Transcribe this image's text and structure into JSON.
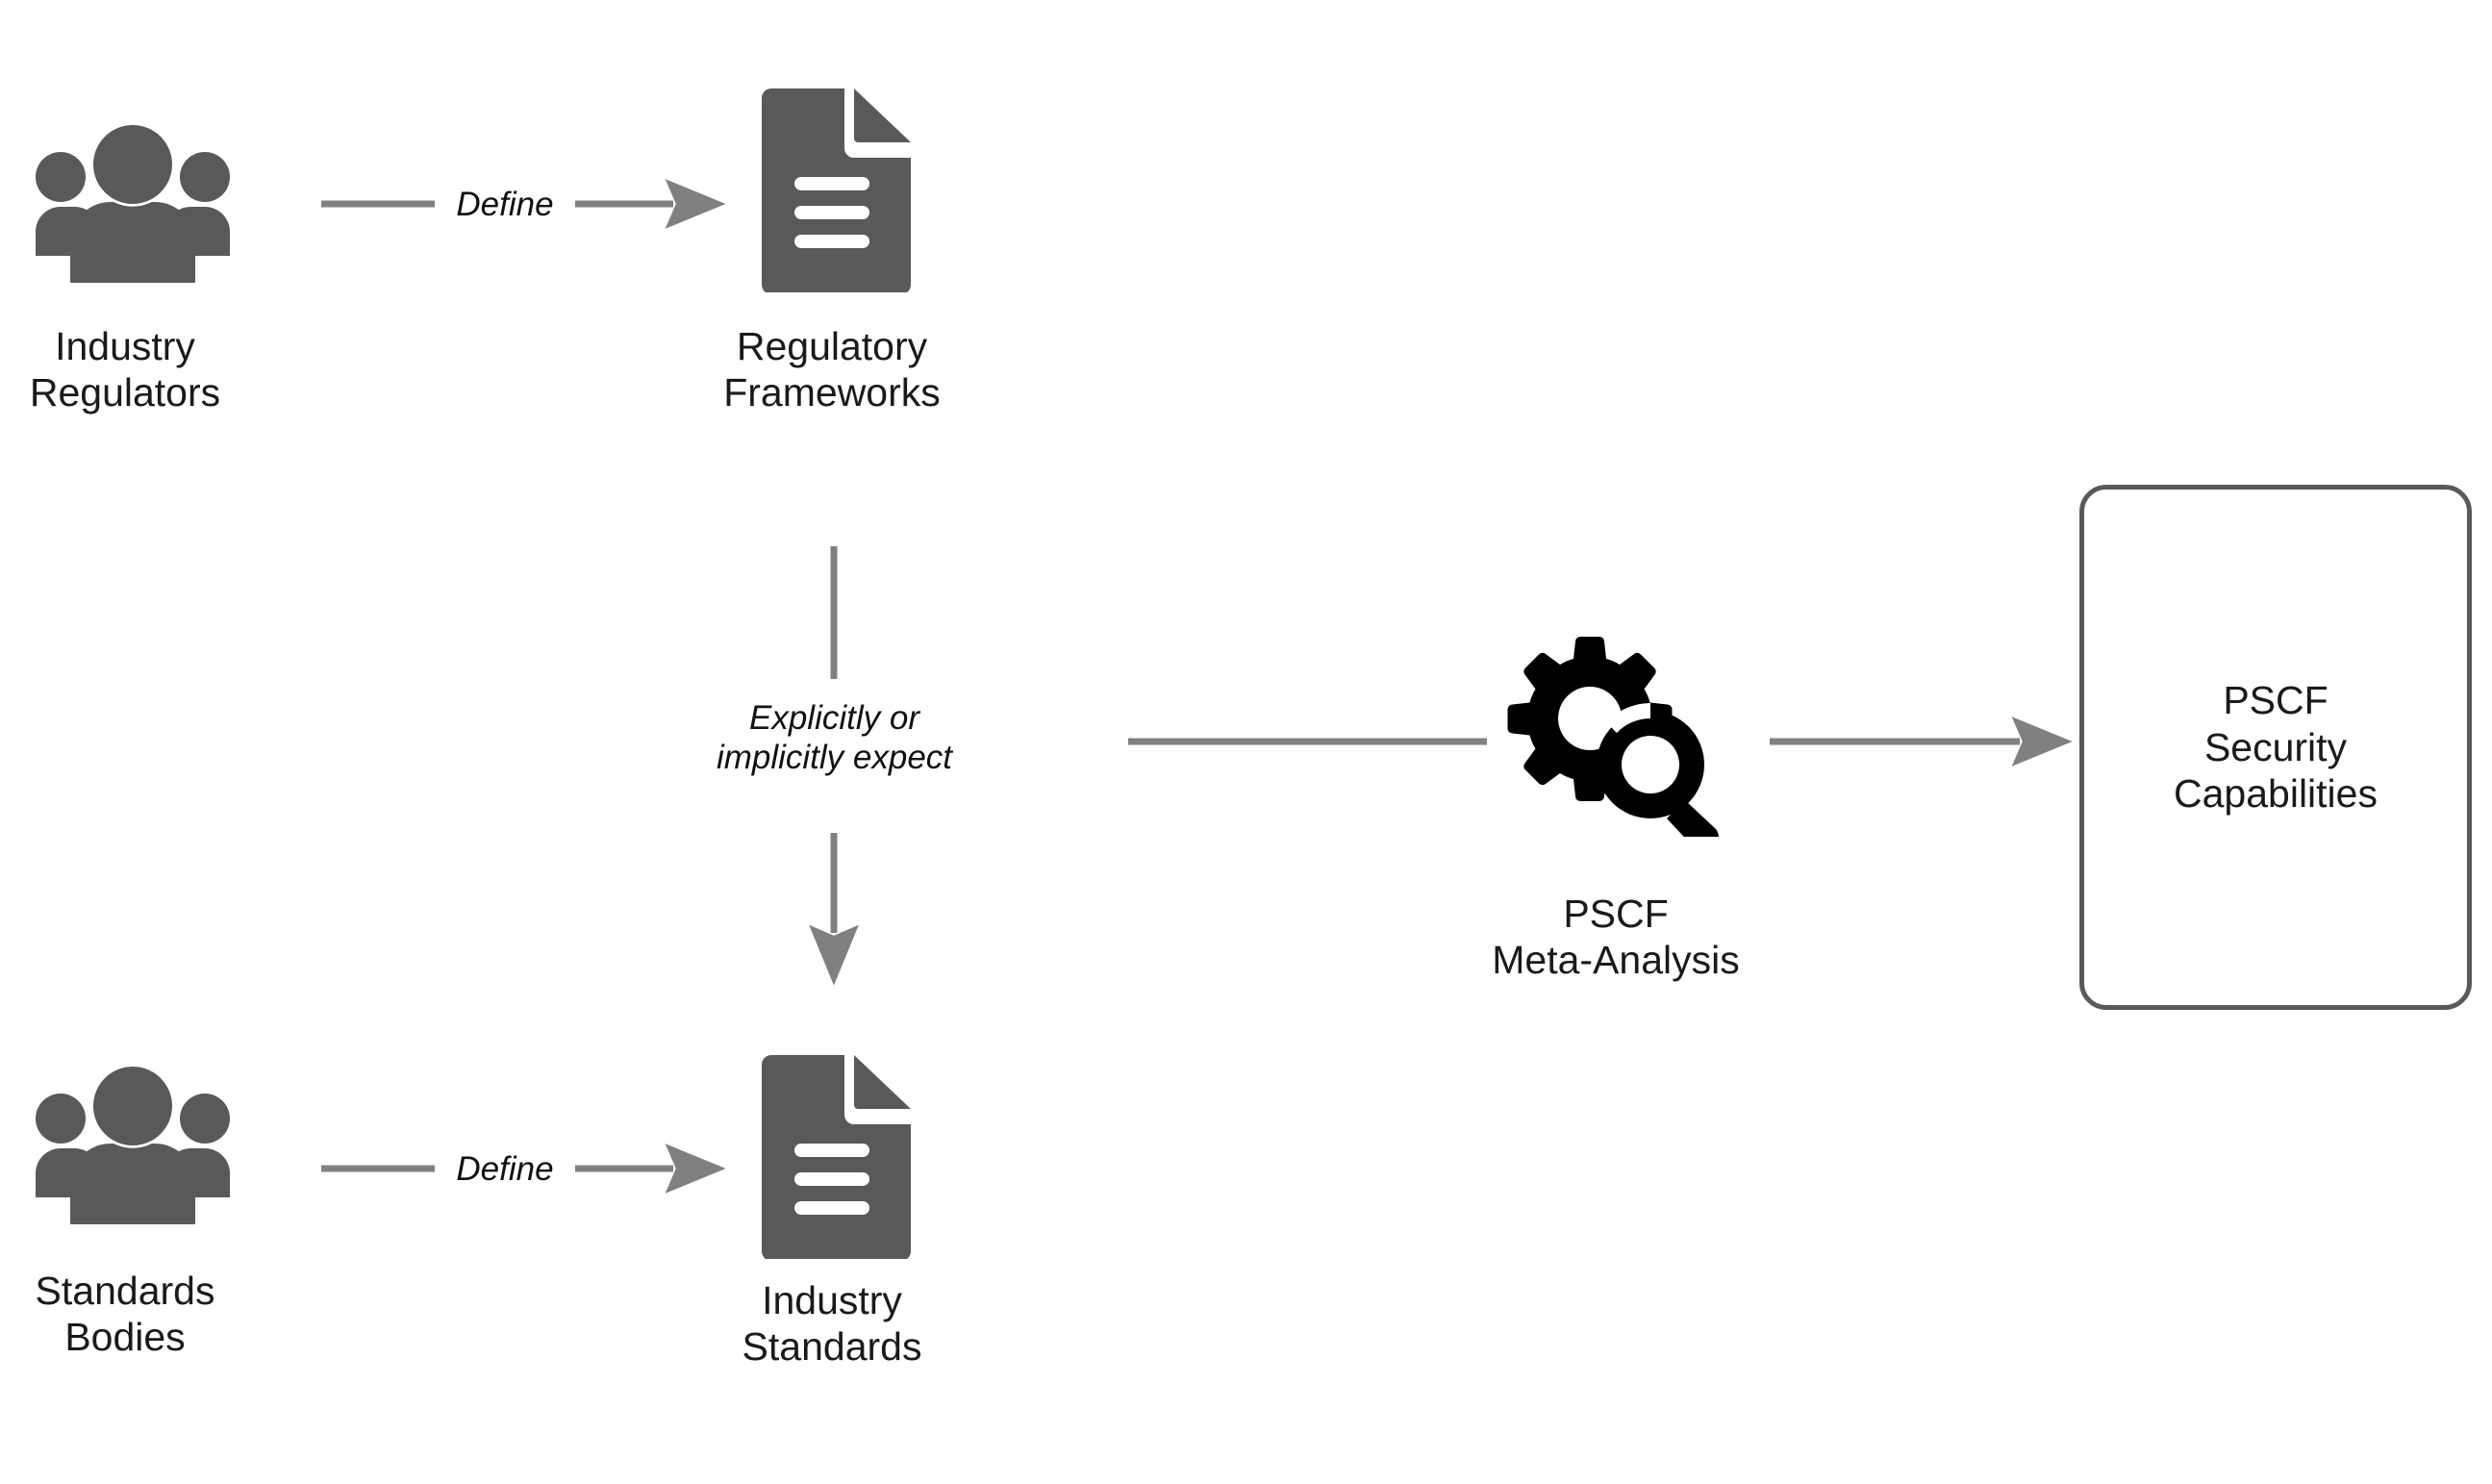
{
  "diagram": {
    "title": "PSCF Meta-Analysis flow",
    "colors": {
      "icon_gray": "#595959",
      "connector_gray": "#808080",
      "icon_black": "#000000",
      "text": "#1a1a1a",
      "box_border": "#595959",
      "background": "#ffffff"
    },
    "nodes": [
      {
        "id": "industry-regulators",
        "icon": "people-group-icon",
        "label": "Industry\nRegulators"
      },
      {
        "id": "regulatory-frameworks",
        "icon": "document-icon",
        "label": "Regulatory\nFrameworks"
      },
      {
        "id": "standards-bodies",
        "icon": "people-group-icon",
        "label": "Standards\nBodies"
      },
      {
        "id": "industry-standards",
        "icon": "document-icon",
        "label": "Industry\nStandards"
      },
      {
        "id": "pscf-meta-analysis",
        "icon": "gear-magnifier-icon",
        "label": "PSCF\nMeta-Analysis"
      },
      {
        "id": "pscf-security-capabilities",
        "icon": "rounded-rect-box",
        "label": "PSCF\nSecurity\nCapabilities"
      }
    ],
    "edges": [
      {
        "id": "regulators-define-frameworks",
        "from": "industry-regulators",
        "to": "regulatory-frameworks",
        "label": "Define",
        "arrowhead": true,
        "direction": "right"
      },
      {
        "id": "frameworks-expect-standards",
        "from": "regulatory-frameworks",
        "to": "industry-standards",
        "label": "Explicitly or\nimplicitly expect",
        "arrowhead": true,
        "direction": "down"
      },
      {
        "id": "bodies-define-standards",
        "from": "standards-bodies",
        "to": "industry-standards",
        "label": "Define",
        "arrowhead": true,
        "direction": "right"
      },
      {
        "id": "inputs-to-meta-analysis",
        "from": "industry-standards",
        "to": "pscf-meta-analysis",
        "label": "",
        "arrowhead": false,
        "direction": "right"
      },
      {
        "id": "meta-analysis-to-capabilities",
        "from": "pscf-meta-analysis",
        "to": "pscf-security-capabilities",
        "label": "",
        "arrowhead": true,
        "direction": "right"
      }
    ]
  }
}
